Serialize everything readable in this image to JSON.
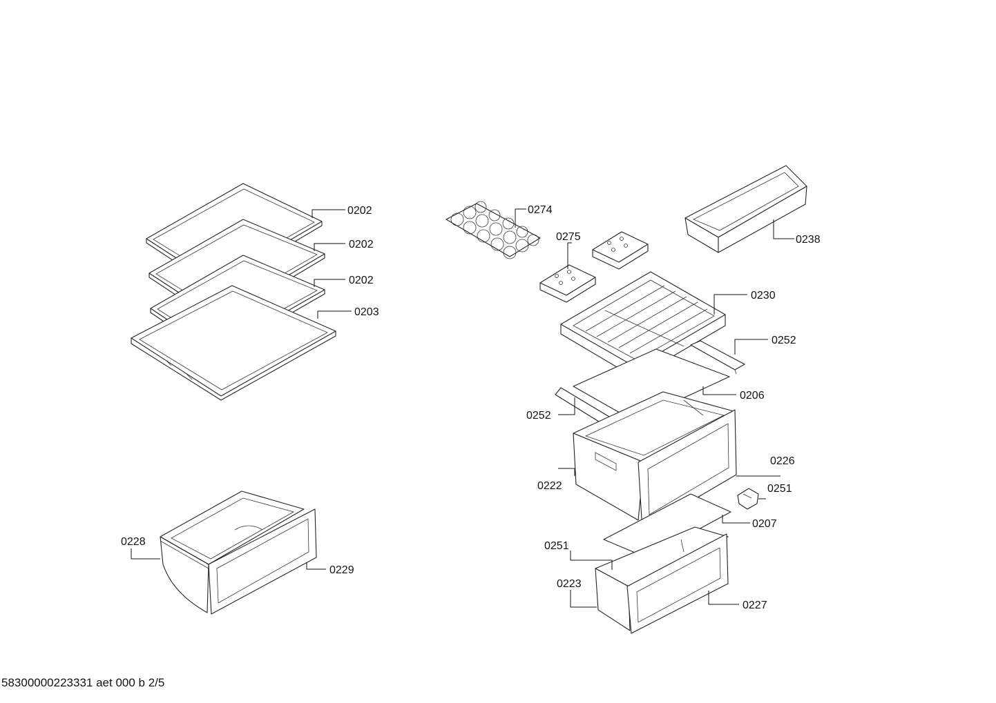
{
  "footer_text": "58300000223331 aet 000 b 2/5",
  "callouts": {
    "shelf_1": "0202",
    "shelf_2": "0202",
    "shelf_3": "0202",
    "shelf_bottom": "0203",
    "egg_tray": "0274",
    "ice_pack": "0275",
    "bottle_rack": "0238",
    "tray": "0230",
    "rail_right": "0252",
    "cover_plate_upper": "0206",
    "rail_left": "0252",
    "drawer_front": "0226",
    "drawer_body": "0222",
    "clip_right": "0251",
    "cover_plate_lower": "0207",
    "clip_lower": "0251",
    "small_drawer_body": "0223",
    "small_drawer_front": "0227",
    "crisper_body": "0228",
    "crisper_front": "0229"
  }
}
